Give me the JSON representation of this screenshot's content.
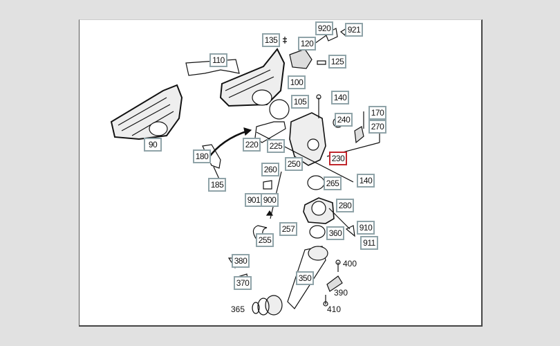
{
  "diagram": {
    "selected_part": "230",
    "boxed_callouts": [
      {
        "id": "920"
      },
      {
        "id": "921"
      },
      {
        "id": "135"
      },
      {
        "id": "120"
      },
      {
        "id": "125"
      },
      {
        "id": "110"
      },
      {
        "id": "100"
      },
      {
        "id": "105"
      },
      {
        "id": "140"
      },
      {
        "id": "240"
      },
      {
        "id": "170"
      },
      {
        "id": "270"
      },
      {
        "id": "90"
      },
      {
        "id": "220"
      },
      {
        "id": "225"
      },
      {
        "id": "180"
      },
      {
        "id": "230"
      },
      {
        "id": "260"
      },
      {
        "id": "250"
      },
      {
        "id": "185"
      },
      {
        "id": "265"
      },
      {
        "id": "140"
      },
      {
        "id": "901"
      },
      {
        "id": "900"
      },
      {
        "id": "280"
      },
      {
        "id": "257"
      },
      {
        "id": "910"
      },
      {
        "id": "255"
      },
      {
        "id": "360"
      },
      {
        "id": "911"
      },
      {
        "id": "380"
      },
      {
        "id": "370"
      },
      {
        "id": "350"
      }
    ],
    "plain_callouts": [
      {
        "id": "400"
      },
      {
        "id": "390"
      },
      {
        "id": "365"
      },
      {
        "id": "410"
      }
    ],
    "colors": {
      "callout_border": "#8fa3a8",
      "selected_border": "#c0262c"
    }
  }
}
